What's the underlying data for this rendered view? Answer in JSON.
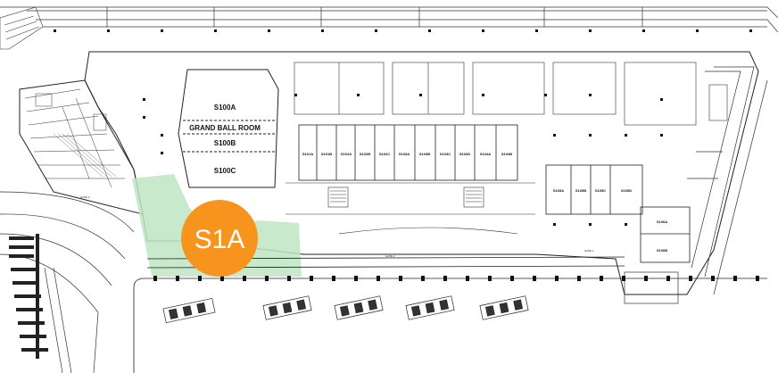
{
  "rooms_main": {
    "s100a": "S100A",
    "grand_ball_room": "GRAND BALL ROOM",
    "s100b": "S100B",
    "s100c": "S100C"
  },
  "rooms_row": [
    "S101A",
    "S101B",
    "S102A",
    "S102B",
    "S102C",
    "S103A",
    "S103B",
    "S103C",
    "S103D",
    "S104A",
    "S104B"
  ],
  "rooms_lower": [
    "S105A",
    "S105B",
    "S105C",
    "S105D"
  ],
  "rooms_east": {
    "s106a": "S106A",
    "s106b": "S106B"
  },
  "gates": {
    "gate1": "GATE 1",
    "gate2": "GATE 2",
    "gate3": "GATE 3"
  },
  "highlight": {
    "label": "S1A",
    "badge_color": "#F7941D",
    "zone_color": "#BFE5C4"
  }
}
